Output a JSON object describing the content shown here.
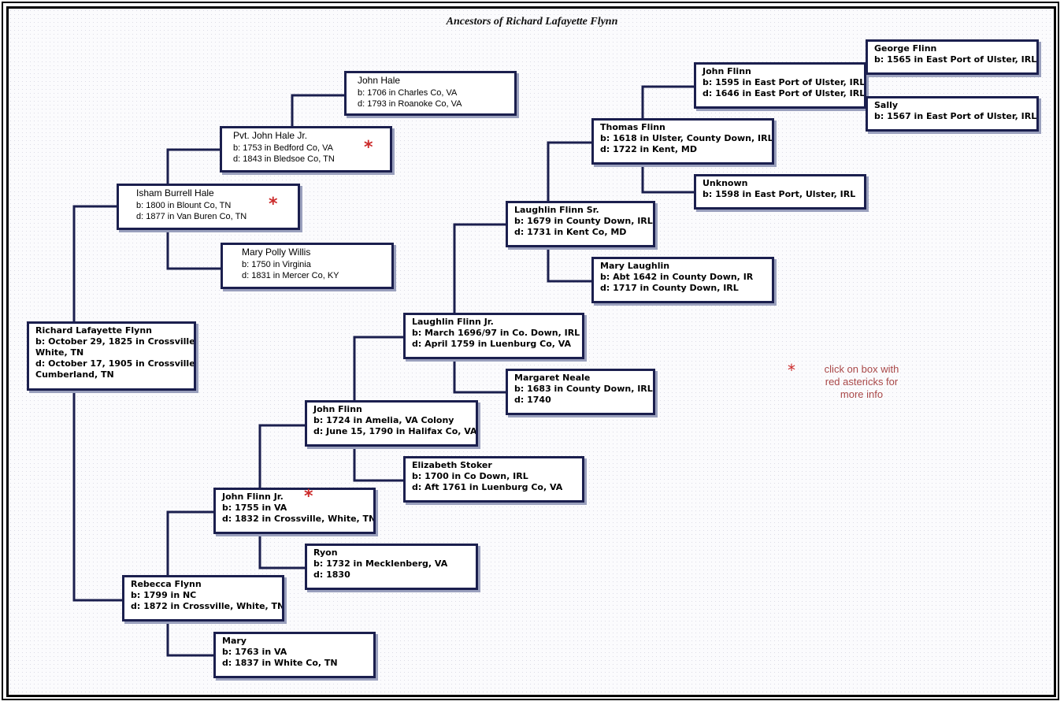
{
  "title": "Ancestors of Richard Lafayette Flynn",
  "people": {
    "richard": {
      "name": "Richard Lafayette Flynn",
      "lines": [
        "b: October 29, 1825 in Crossville,",
        "White, TN",
        "d: October 17, 1905 in Crossville,",
        "Cumberland, TN"
      ]
    },
    "isham": {
      "name": "Isham Burrell Hale",
      "lines": [
        "b: 1800 in Blount Co, TN",
        "d: 1877 in Van Buren Co, TN"
      ]
    },
    "pvt_john_hale": {
      "name": "Pvt. John Hale Jr.",
      "lines": [
        "b: 1753 in Bedford Co, VA",
        "d: 1843 in Bledsoe Co, TN"
      ]
    },
    "john_hale": {
      "name": "John Hale",
      "lines": [
        "b: 1706 in Charles Co, VA",
        "d: 1793 in Roanoke Co, VA"
      ]
    },
    "mary_polly": {
      "name": "Mary Polly Willis",
      "lines": [
        "b: 1750 in Virginia",
        "d: 1831 in Mercer Co, KY"
      ]
    },
    "rebecca": {
      "name": "Rebecca Flynn",
      "lines": [
        "b: 1799 in NC",
        "d: 1872 in Crossville, White, TN"
      ]
    },
    "john_flinn_jr": {
      "name": "John Flinn Jr.",
      "lines": [
        "b: 1755 in VA",
        "d: 1832 in Crossville, White, TN"
      ]
    },
    "mary": {
      "name": "Mary",
      "lines": [
        "b: 1763 in VA",
        "d: 1837 in White Co, TN"
      ]
    },
    "john_flinn_1724": {
      "name": "John Flinn",
      "lines": [
        "b: 1724 in Amelia, VA Colony",
        "d: June 15, 1790 in Halifax Co, VA"
      ]
    },
    "ryon": {
      "name": "Ryon",
      "lines": [
        "b: 1732 in Mecklenberg, VA",
        "d: 1830"
      ]
    },
    "laughlin_jr": {
      "name": "Laughlin Flinn Jr.",
      "lines": [
        "b: March 1696/97 in Co. Down, IRL",
        "d: April 1759 in Luenburg Co, VA"
      ]
    },
    "elizabeth": {
      "name": "Elizabeth Stoker",
      "lines": [
        "b: 1700 in Co Down, IRL",
        "d: Aft 1761 in Luenburg Co, VA"
      ]
    },
    "laughlin_sr": {
      "name": "Laughlin Flinn Sr.",
      "lines": [
        "b: 1679 in County Down, IRL",
        "d: 1731 in Kent Co, MD"
      ]
    },
    "margaret": {
      "name": "Margaret Neale",
      "lines": [
        "b: 1683 in County Down, IRL",
        "d: 1740"
      ]
    },
    "thomas": {
      "name": "Thomas Flinn",
      "lines": [
        "b: 1618 in Ulster, County Down, IRL",
        "d: 1722 in Kent, MD"
      ]
    },
    "mary_laughlin": {
      "name": "Mary Laughlin",
      "lines": [
        "b: Abt 1642 in County Down, IR",
        "d: 1717 in County Down, IRL"
      ]
    },
    "john_flinn_1595": {
      "name": "John Flinn",
      "lines": [
        "b: 1595 in East Port of Ulster, IRL",
        "d: 1646 in East Port of Ulster, IRL"
      ]
    },
    "unknown": {
      "name": "Unknown",
      "lines": [
        "b: 1598 in East Port, Ulster, IRL"
      ]
    },
    "george": {
      "name": "George Flinn",
      "lines": [
        "b: 1565 in East Port of Ulster, IRL"
      ]
    },
    "sally": {
      "name": "Sally",
      "lines": [
        "b: 1567 in East Port of Ulster, IRL"
      ]
    }
  },
  "asterisk_symbol": "*",
  "legend": {
    "symbol": "*",
    "lines": [
      "click on box with",
      "red astericks for",
      "more info"
    ]
  },
  "colors": {
    "box_border": "#1b1f4e",
    "line": "#1b1f4e",
    "asterisk": "#cc2b2b",
    "legend_text": "#a94848"
  }
}
